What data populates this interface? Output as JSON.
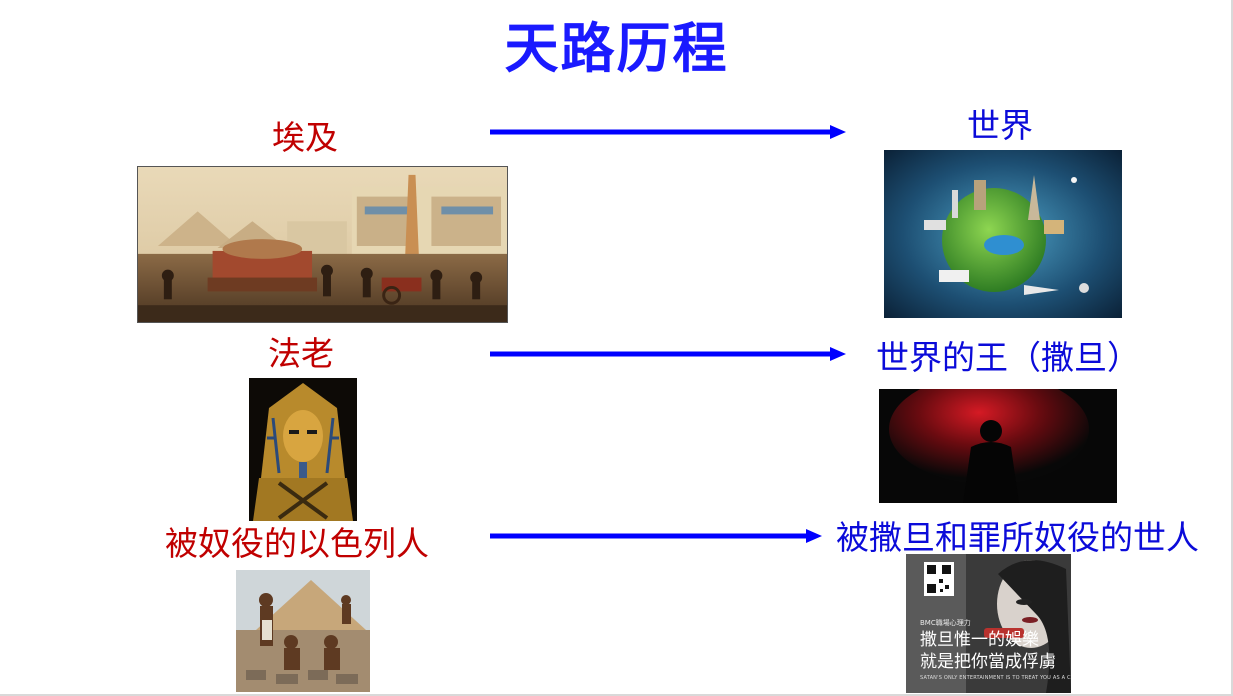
{
  "slide": {
    "title": "天路历程",
    "rows": [
      {
        "left_label": "埃及",
        "right_label": "世界",
        "left_image_icon": "egypt-painting-image",
        "right_image_icon": "globe-landmarks-image"
      },
      {
        "left_label": "法老",
        "right_label": "世界的王（撒旦）",
        "left_image_icon": "pharaoh-mask-image",
        "right_image_icon": "dark-figure-red-smoke-image"
      },
      {
        "left_label": "被奴役的以色列人",
        "right_label": "被撒旦和罪所奴役的世人",
        "left_image_icon": "enslaved-israelites-image",
        "right_image_icon": "captive-woman-poster-image"
      }
    ],
    "poster": {
      "brand": "BMC職場心理力",
      "line1": "撒旦惟一的娛樂",
      "line2": "就是把你當成俘虜",
      "line3": "SATAN'S ONLY ENTERTAINMENT IS TO TREAT YOU AS A CAPTIVE."
    }
  },
  "colors": {
    "title": "#1a1aff",
    "left_labels": "#c00000",
    "right_labels": "#0b0bd9",
    "arrows": "#0000ff"
  }
}
